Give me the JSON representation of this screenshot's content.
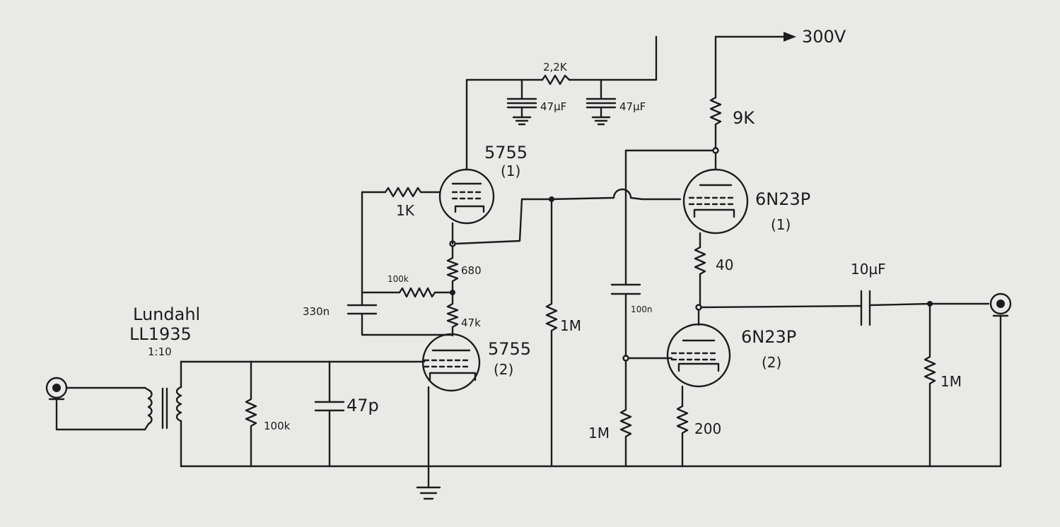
{
  "supply": {
    "voltage": "300V"
  },
  "filter": {
    "resistor": "2,2K",
    "cap1": "47µF",
    "cap2": "47µF"
  },
  "tubes": {
    "v1_type": "5755",
    "v1_index": "(1)",
    "v2_type": "5755",
    "v2_index": "(2)",
    "v3_type": "6N23P",
    "v3_index": "(1)",
    "v4_type": "6N23P",
    "v4_index": "(2)"
  },
  "transformer": {
    "brand": "Lundahl",
    "model": "LL1935",
    "ratio": "1:10"
  },
  "resistors": {
    "plate_load": "9K",
    "grid_stopper": "1K",
    "cathode_680": "680",
    "feedback": "100k",
    "r47k": "47k",
    "grid_leak_1m": "1M",
    "input_load": "100k",
    "cathode_40": "40",
    "grid_1m": "1M",
    "cathode_200": "200",
    "output_1m": "1M"
  },
  "capacitors": {
    "c330n": "330n",
    "c47p": "47p",
    "c100n": "100n",
    "c10uf": "10µF"
  }
}
